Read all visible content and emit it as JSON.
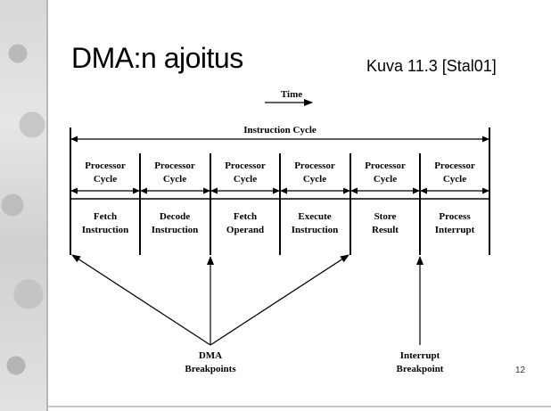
{
  "slide": {
    "title": "DMA:n ajoitus",
    "figure_ref": "Kuva 11.3 [Stal01]",
    "page_number": "12"
  },
  "diagram": {
    "time_label": "Time",
    "instruction_cycle_label": "Instruction Cycle",
    "processor_cycles": [
      {
        "line1": "Processor",
        "line2": "Cycle"
      },
      {
        "line1": "Processor",
        "line2": "Cycle"
      },
      {
        "line1": "Processor",
        "line2": "Cycle"
      },
      {
        "line1": "Processor",
        "line2": "Cycle"
      },
      {
        "line1": "Processor",
        "line2": "Cycle"
      },
      {
        "line1": "Processor",
        "line2": "Cycle"
      }
    ],
    "stages": [
      {
        "line1": "Fetch",
        "line2": "Instruction"
      },
      {
        "line1": "Decode",
        "line2": "Instruction"
      },
      {
        "line1": "Fetch",
        "line2": "Operand"
      },
      {
        "line1": "Execute",
        "line2": "Instruction"
      },
      {
        "line1": "Store",
        "line2": "Result"
      },
      {
        "line1": "Process",
        "line2": "Interrupt"
      }
    ],
    "dma_breakpoints": {
      "line1": "DMA",
      "line2": "Breakpoints"
    },
    "interrupt_breakpoint": {
      "line1": "Interrupt",
      "line2": "Breakpoint"
    }
  }
}
